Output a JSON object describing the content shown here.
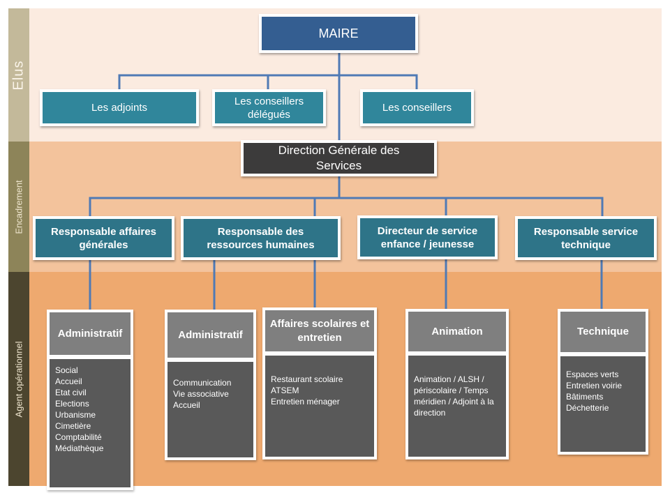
{
  "bands": [
    {
      "label": "Elus",
      "color": "#fbebe0",
      "side_color": "#c3b99a"
    },
    {
      "label": "Encadrement",
      "color": "#f3c39c",
      "side_color": "#8d8459"
    },
    {
      "label": "Agent opérationnel",
      "color": "#eea96f",
      "side_color": "#4c452f"
    }
  ],
  "maire": {
    "label": "MAIRE"
  },
  "elus": [
    {
      "label": "Les adjoints"
    },
    {
      "label": "Les conseillers délégués"
    },
    {
      "label": "Les conseillers"
    }
  ],
  "dgs": {
    "label": "Direction Générale des Services"
  },
  "responsables": [
    {
      "label": "Responsable affaires générales"
    },
    {
      "label": "Responsable des ressources humaines"
    },
    {
      "label": "Directeur de service enfance / jeunesse"
    },
    {
      "label": "Responsable service technique"
    }
  ],
  "units": [
    {
      "title": "Administratif",
      "items": [
        "Social",
        "Accueil",
        "Etat civil",
        "Elections",
        "Urbanisme",
        "Cimetière",
        "Comptabilité",
        "Médiathèque"
      ]
    },
    {
      "title": "Administratif",
      "items": [
        "Communication",
        "Vie associative",
        "Accueil"
      ]
    },
    {
      "title": "Affaires scolaires et entretien",
      "items": [
        "Restaurant scolaire",
        "ATSEM",
        "Entretien ménager"
      ]
    },
    {
      "title": "Animation",
      "items": [
        "Animation / ALSH / périscolaire / Temps méridien / Adjoint à la direction"
      ]
    },
    {
      "title": "Technique",
      "items": [
        "Espaces verts",
        "Entretien voirie",
        "Bâtiments",
        "Déchetterie"
      ]
    }
  ],
  "colors": {
    "connector": "#4f7ab5",
    "maire": "#345e91",
    "elus_box": "#30869b",
    "dgs": "#3c3b3b",
    "responsable_box": "#2e7488",
    "unit_head": "#7f7f7f",
    "unit_body": "#595959"
  }
}
